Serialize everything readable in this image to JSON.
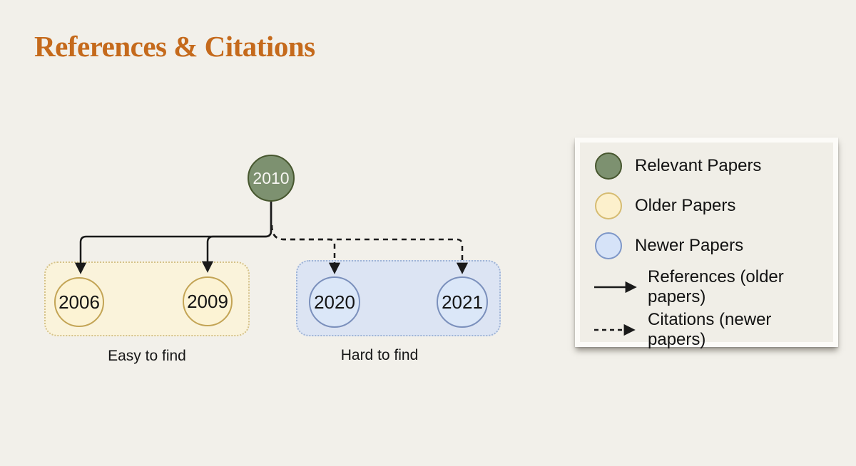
{
  "slide": {
    "background": "#F2F0EA"
  },
  "title": {
    "text": "References & Citations",
    "color": "#C56A1C"
  },
  "diagram": {
    "root": {
      "label": "2010",
      "fill": "#7D9170",
      "border": "#47572F",
      "text_color": "#F7F6F2"
    },
    "older_group": {
      "caption": "Easy to find",
      "fill": "#FAF3DB",
      "border": "#D5C28A",
      "node_fill": "#FCF3D4",
      "node_border": "#C3A455",
      "nodes": [
        {
          "label": "2006"
        },
        {
          "label": "2009"
        }
      ]
    },
    "newer_group": {
      "caption": "Hard to find",
      "fill": "#DCE4F3",
      "border": "#9FB4D6",
      "node_fill": "#DBE7F8",
      "node_border": "#7B90BC",
      "nodes": [
        {
          "label": "2020"
        },
        {
          "label": "2021"
        }
      ]
    },
    "connectors": {
      "color": "#1A1A1A",
      "solid_meaning": "references to older papers",
      "dashed_meaning": "citations from newer papers"
    }
  },
  "legend": {
    "items": [
      {
        "swatch": "green-circle",
        "fill": "#7D9170",
        "border": "#47572F",
        "label": "Relevant Papers"
      },
      {
        "swatch": "yellow-circle",
        "fill": "#FCF0CC",
        "border": "#D6BC72",
        "label": "Older Papers"
      },
      {
        "swatch": "blue-circle",
        "fill": "#D6E3F8",
        "border": "#7E97C8",
        "label": "Newer Papers"
      },
      {
        "swatch": "solid-arrow",
        "label": "References (older papers)"
      },
      {
        "swatch": "dashed-arrow",
        "label": "Citations (newer papers)"
      }
    ]
  }
}
